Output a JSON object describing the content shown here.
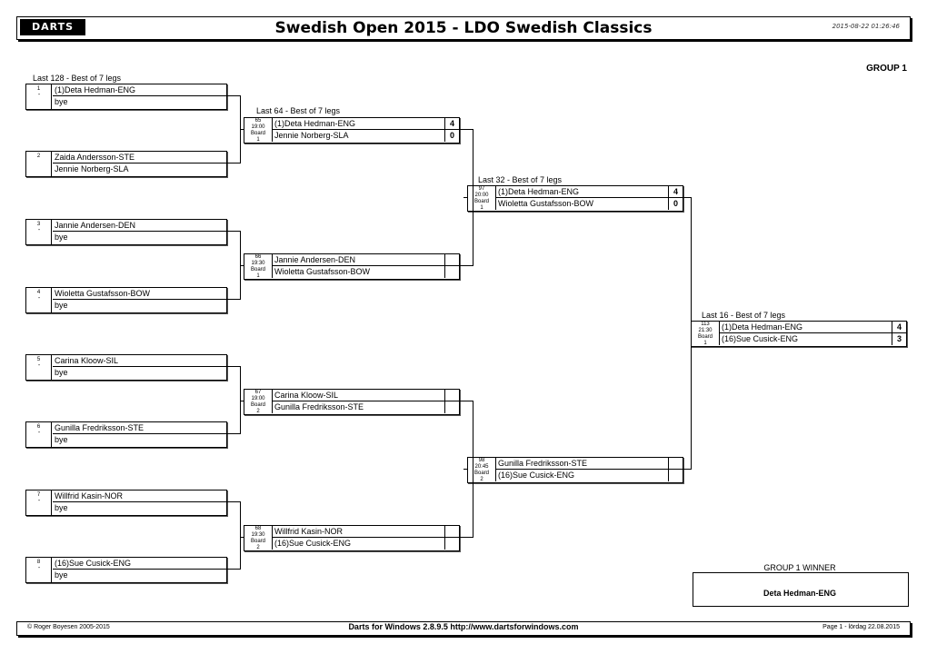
{
  "header": {
    "logo": "DARTS",
    "title": "Swedish Open 2015 - LDO Swedish Classics",
    "timestamp": "2015-08-22 01:26:46",
    "group": "GROUP 1"
  },
  "rounds": {
    "r128": "Last 128 - Best of 7 legs",
    "r64": "Last 64 - Best of 7 legs",
    "r32": "Last 32 - Best of 7 legs",
    "r16": "Last 16 - Best of 7 legs"
  },
  "first_round": [
    {
      "seed": "1",
      "dash": "-",
      "p1": "(1)Deta Hedman-ENG",
      "p2": "bye"
    },
    {
      "seed": "2",
      "dash": "",
      "p1": "Zaida Andersson-STE",
      "p2": "Jennie Norberg-SLA"
    },
    {
      "seed": "3",
      "dash": "-",
      "p1": "Jannie Andersen-DEN",
      "p2": "bye"
    },
    {
      "seed": "4",
      "dash": "-",
      "p1": "Wioletta Gustafsson-BOW",
      "p2": "bye"
    },
    {
      "seed": "5",
      "dash": "-",
      "p1": "Carina Kloow-SIL",
      "p2": "bye"
    },
    {
      "seed": "6",
      "dash": "-",
      "p1": "Gunilla Fredriksson-STE",
      "p2": "bye"
    },
    {
      "seed": "7",
      "dash": "-",
      "p1": "Willfrid Kasin-NOR",
      "p2": "bye"
    },
    {
      "seed": "8",
      "dash": "-",
      "p1": "(16)Sue Cusick-ENG",
      "p2": "bye"
    }
  ],
  "r64_matches": [
    {
      "num": "65",
      "time": "19:00",
      "board": "Board",
      "bnum": "1",
      "p1": "(1)Deta Hedman-ENG",
      "s1": "4",
      "p2": "Jennie Norberg-SLA",
      "s2": "0"
    },
    {
      "num": "66",
      "time": "19:30",
      "board": "Board",
      "bnum": "1",
      "p1": "Jannie Andersen-DEN",
      "s1": "",
      "p2": "Wioletta Gustafsson-BOW",
      "s2": ""
    },
    {
      "num": "67",
      "time": "19:00",
      "board": "Board",
      "bnum": "2",
      "p1": "Carina Kloow-SIL",
      "s1": "",
      "p2": "Gunilla Fredriksson-STE",
      "s2": ""
    },
    {
      "num": "68",
      "time": "19:30",
      "board": "Board",
      "bnum": "2",
      "p1": "Willfrid Kasin-NOR",
      "s1": "",
      "p2": "(16)Sue Cusick-ENG",
      "s2": ""
    }
  ],
  "r32_matches": [
    {
      "num": "97",
      "time": "20:00",
      "board": "Board",
      "bnum": "1",
      "p1": "(1)Deta Hedman-ENG",
      "s1": "4",
      "p2": "Wioletta Gustafsson-BOW",
      "s2": "0"
    },
    {
      "num": "98",
      "time": "20:45",
      "board": "Board",
      "bnum": "2",
      "p1": "Gunilla Fredriksson-STE",
      "s1": "",
      "p2": "(16)Sue Cusick-ENG",
      "s2": ""
    }
  ],
  "r16_match": {
    "num": "113",
    "time": "21:30",
    "board": "Board",
    "bnum": "1",
    "p1": "(1)Deta Hedman-ENG",
    "s1": "4",
    "p2": "(16)Sue Cusick-ENG",
    "s2": "3"
  },
  "winner": {
    "label": "GROUP 1 WINNER",
    "name": "Deta Hedman-ENG"
  },
  "footer": {
    "left": "© Roger Boyesen 2005-2015",
    "center": "Darts for Windows 2.8.9.5 http://www.dartsforwindows.com",
    "right": "Page 1 - lördag 22.08.2015"
  }
}
